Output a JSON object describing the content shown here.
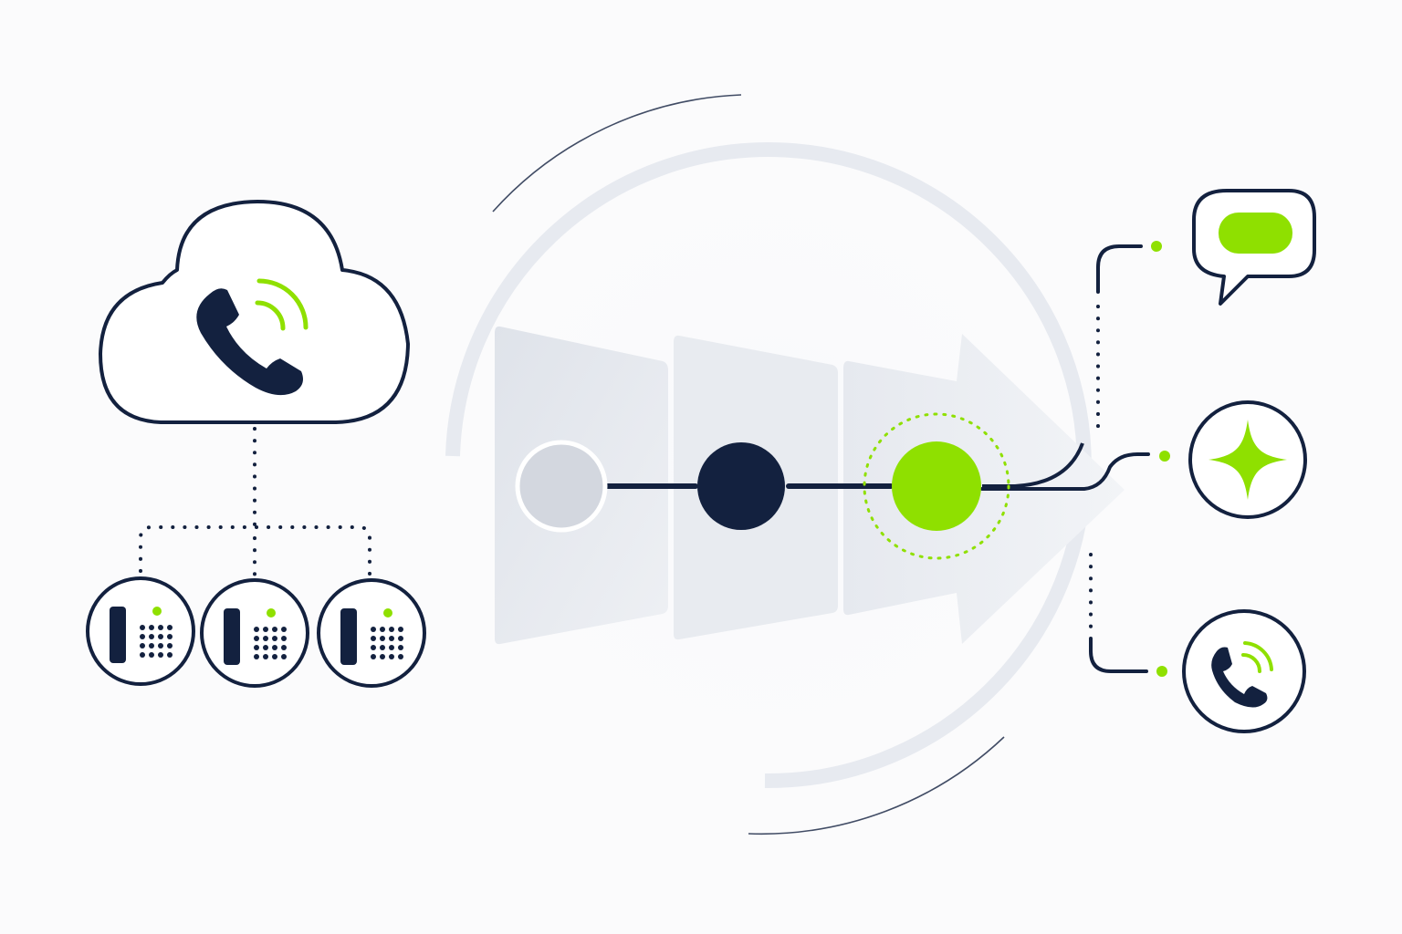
{
  "colors": {
    "background": "#fbfbfc",
    "navy": "#13213f",
    "lime": "#8fe000",
    "gray_node": "#d3d7df",
    "panel": "#dfe3ea",
    "ring": "#e7eaf0"
  },
  "icons": {
    "cloud": "cloud-phone-icon",
    "desk_phone": "desk-phone-icon",
    "chat": "chat-bubble-icon",
    "sparkle": "sparkle-icon",
    "phone": "phone-ringing-icon"
  },
  "flow": {
    "step_count": 3,
    "active_step": 3
  },
  "endpoints": [
    "chat",
    "ai",
    "voice"
  ]
}
